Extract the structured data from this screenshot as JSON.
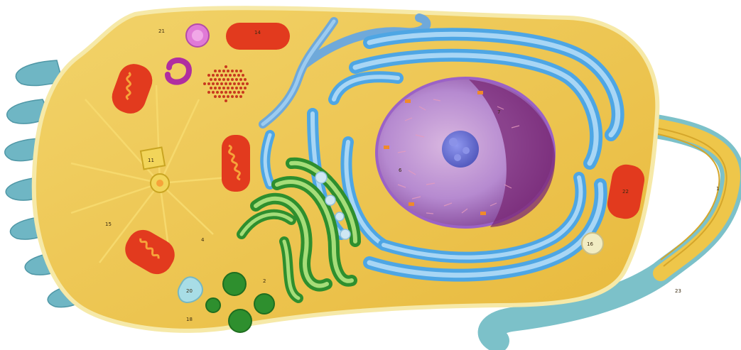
{
  "scene": {
    "subject": "cell-model",
    "colors": {
      "background": "#ffffff",
      "cytoplasm": "#eec64a",
      "membrane": "#f4df8c",
      "microvilli": "#6fb6c4",
      "er": "#4ea6e4",
      "er_light": "#a8d6f5",
      "golgi": "#3aa53a",
      "golgi_light": "#a6dd79",
      "mitochondria": "#e23a1e",
      "mito_inner": "#f6a33a",
      "nucleus": "#a678c8",
      "nucleus_dark": "#7b2a76",
      "nucleolus": "#6d74d9",
      "flagellum": "#7cc1c9",
      "vesicle": "#cfe7f3",
      "lysosome": "#e07ad6",
      "centrosome": "#f2d55a"
    }
  },
  "labels": {
    "n1": "1",
    "n2": "2",
    "n4": "4",
    "n6": "6",
    "n7": "7",
    "n11": "11",
    "n14": "14",
    "n15": "15",
    "n16": "16",
    "n18": "18",
    "n20": "20",
    "n21": "21",
    "n22": "22",
    "n23": "23"
  }
}
